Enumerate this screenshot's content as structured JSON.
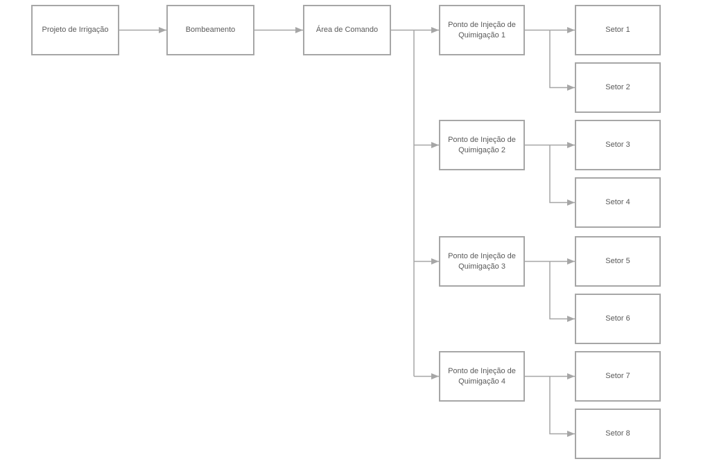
{
  "diagram": {
    "background_color": "#ffffff",
    "box_border_color": "#a6a6a6",
    "connector_color": "#a6a6a6",
    "text_color": "#595959",
    "nodes": {
      "projeto": {
        "label": "Projeto de Irrigação"
      },
      "bombeamento": {
        "label": "Bombeamento"
      },
      "area_comando": {
        "label": "Área de Comando"
      },
      "ponto_1": {
        "label": "Ponto de Injeção de Quimigação 1"
      },
      "ponto_2": {
        "label": "Ponto de Injeção de Quimigação 2"
      },
      "ponto_3": {
        "label": "Ponto de Injeção de Quimigação 3"
      },
      "ponto_4": {
        "label": "Ponto de Injeção de Quimigação 4"
      },
      "setor_1": {
        "label": "Setor 1"
      },
      "setor_2": {
        "label": "Setor 2"
      },
      "setor_3": {
        "label": "Setor 3"
      },
      "setor_4": {
        "label": "Setor 4"
      },
      "setor_5": {
        "label": "Setor 5"
      },
      "setor_6": {
        "label": "Setor 6"
      },
      "setor_7": {
        "label": "Setor 7"
      },
      "setor_8": {
        "label": "Setor 8"
      }
    },
    "edges": [
      {
        "from": "projeto",
        "to": "bombeamento"
      },
      {
        "from": "bombeamento",
        "to": "area_comando"
      },
      {
        "from": "area_comando",
        "to": "ponto_1"
      },
      {
        "from": "area_comando",
        "to": "ponto_2"
      },
      {
        "from": "area_comando",
        "to": "ponto_3"
      },
      {
        "from": "area_comando",
        "to": "ponto_4"
      },
      {
        "from": "ponto_1",
        "to": "setor_1"
      },
      {
        "from": "ponto_1",
        "to": "setor_2"
      },
      {
        "from": "ponto_2",
        "to": "setor_3"
      },
      {
        "from": "ponto_2",
        "to": "setor_4"
      },
      {
        "from": "ponto_3",
        "to": "setor_5"
      },
      {
        "from": "ponto_3",
        "to": "setor_6"
      },
      {
        "from": "ponto_4",
        "to": "setor_7"
      },
      {
        "from": "ponto_4",
        "to": "setor_8"
      }
    ]
  }
}
